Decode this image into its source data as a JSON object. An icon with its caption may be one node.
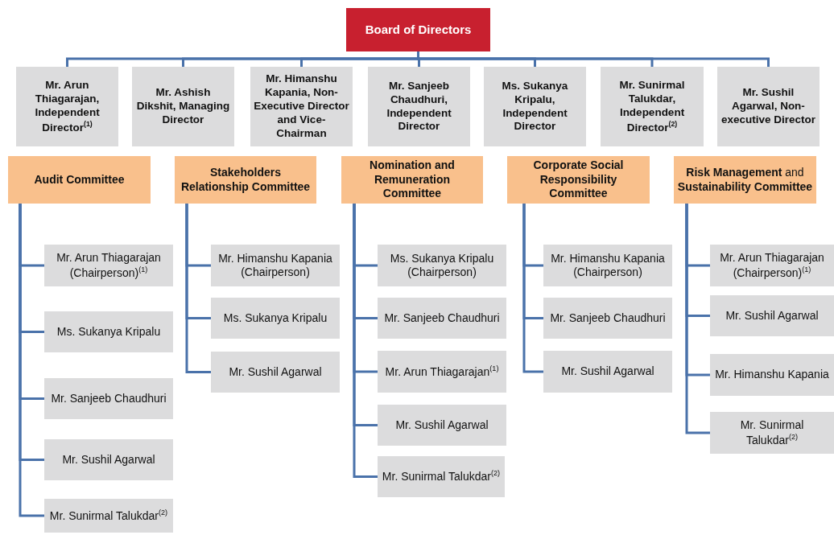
{
  "diagram": {
    "nodes": [
      {
        "text": [
          "Board of Directors"
        ]
      },
      {
        "text": [
          "Mr. Arun Thiagarajan, Independent Director$^{(1)}$"
        ]
      },
      {
        "text": [
          "Mr. Ashish Dikshit, Managing Director"
        ]
      },
      {
        "text": [
          "Mr. Himanshu Kapania, Non-Executive Director and Vice-Chairman"
        ]
      },
      {
        "text": [
          "Mr. Sanjeeb Chaudhuri, Independent Director"
        ]
      },
      {
        "text": [
          "Ms. Sukanya Kripalu, Independent Director"
        ]
      },
      {
        "text": [
          "Mr. Sunirmal Talukdar, Independent Director$^{(2)}$"
        ]
      },
      {
        "text": [
          "Mr. Sushil Agarwal, Non-executive Director"
        ]
      },
      {
        "text": [
          "Audit Committee"
        ]
      },
      {
        "text": [
          "Mr. Arun Thiagarajan (Chairperson)$^{(1)}$"
        ]
      },
      {
        "text": [
          "Ms. Sukanya Kripalu"
        ]
      },
      {
        "text": [
          "Mr. Sanjeeb Chaudhuri"
        ]
      },
      {
        "text": [
          "Mr. Sushil Agarwal"
        ]
      },
      {
        "text": [
          "Mr. Sunirmal Talukdar$^{(2)}$"
        ]
      },
      {
        "text": [
          "Stakeholders Relationship Committee"
        ]
      },
      {
        "text": [
          "Mr. Himanshu Kapania (Chairperson)"
        ]
      },
      {
        "text": [
          "Ms. Sukanya Kripalu"
        ]
      },
      {
        "text": [
          "Mr. Sushil Agarwal"
        ]
      },
      {
        "text": [
          "Nomination and Remuneration Committee"
        ]
      },
      {
        "text": [
          "Ms. Sukanya Kripalu (Chairperson)"
        ]
      },
      {
        "text": [
          "Mr. Sanjeeb Chaudhuri"
        ]
      },
      {
        "text": [
          "Mr. Arun Thiagarajan$^{(1)}$"
        ]
      },
      {
        "text": [
          "Mr. Sushil Agarwal"
        ]
      },
      {
        "text": [
          "Mr. Sunirmal Talukdar$^{(2)}$"
        ]
      },
      {
        "text": [
          "Corporate Social Responsibility Committee"
        ]
      },
      {
        "text": [
          "Mr. Himanshu Kapania (Chairperson)"
        ]
      },
      {
        "text": [
          "Mr. Sanjeeb Chaudhuri"
        ]
      },
      {
        "text": [
          "Mr. Sushil Agarwal"
        ]
      },
      {
        "text": [
          "**Risk Management** and **Sustainability Committee**"
        ]
      },
      {
        "text": [
          "Mr. Arun Thiagarajan (Chairperson)$^{(1)}$"
        ]
      },
      {
        "text": [
          "Mr. Sushil Agarwal"
        ]
      },
      {
        "text": [
          "Mr. Himanshu Kapania"
        ]
      },
      {
        "text": [
          "Mr. Sunirmal Talukdar$^{(2)}$"
        ]
      }
    ],
    "edges": [
      {
        "from": 0,
        "to": 1,
        "arrow": "none"
      },
      {
        "from": 0,
        "to": 2,
        "arrow": "none"
      },
      {
        "from": 0,
        "to": 3,
        "arrow": "none"
      },
      {
        "from": 0,
        "to": 4,
        "arrow": "none"
      },
      {
        "from": 0,
        "to": 5,
        "arrow": "none"
      },
      {
        "from": 0,
        "to": 6,
        "arrow": "none"
      },
      {
        "from": 0,
        "to": 7,
        "arrow": "none"
      },
      {
        "from": 8,
        "to": 9,
        "arrow": "none"
      },
      {
        "from": 8,
        "to": 10,
        "arrow": "none"
      },
      {
        "from": 8,
        "to": 11,
        "arrow": "none"
      },
      {
        "from": 8,
        "to": 12,
        "arrow": "none"
      },
      {
        "from": 8,
        "to": 13,
        "arrow": "none"
      },
      {
        "from": 14,
        "to": 15,
        "arrow": "none"
      },
      {
        "from": 14,
        "to": 16,
        "arrow": "none"
      },
      {
        "from": 14,
        "to": 17,
        "arrow": "none"
      },
      {
        "from": 18,
        "to": 19,
        "arrow": "none"
      },
      {
        "from": 18,
        "to": 20,
        "arrow": "none"
      },
      {
        "from": 18,
        "to": 21,
        "arrow": "none"
      },
      {
        "from": 18,
        "to": 22,
        "arrow": "none"
      },
      {
        "from": 18,
        "to": 23,
        "arrow": "none"
      },
      {
        "from": 24,
        "to": 25,
        "arrow": "none"
      },
      {
        "from": 24,
        "to": 26,
        "arrow": "none"
      },
      {
        "from": 24,
        "to": 27,
        "arrow": "none"
      },
      {
        "from": 28,
        "to": 29,
        "arrow": "none"
      },
      {
        "from": 28,
        "to": 30,
        "arrow": "none"
      },
      {
        "from": 28,
        "to": 31,
        "arrow": "none"
      },
      {
        "from": 28,
        "to": 32,
        "arrow": "none"
      }
    ]
  }
}
